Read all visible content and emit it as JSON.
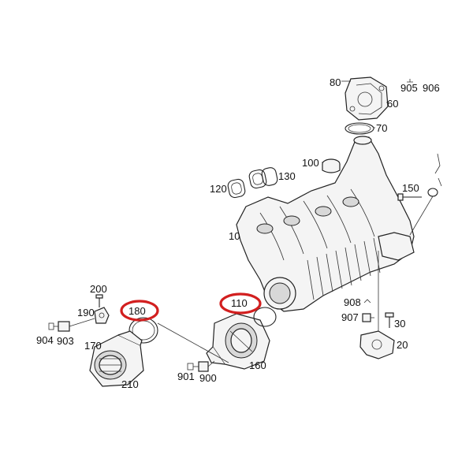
{
  "diagram": {
    "highlight_color": "#d21f1f",
    "part_labels": {
      "p80": "80",
      "p905": "905",
      "p906": "906",
      "p60": "60",
      "p70": "70",
      "p100": "100",
      "p130": "130",
      "p120": "120",
      "p150": "150",
      "p10": "10",
      "p200": "200",
      "p190": "190",
      "p180": "180",
      "p110": "110",
      "p904": "904",
      "p903": "903",
      "p170": "170",
      "p210": "210",
      "p901": "901",
      "p900": "900",
      "p160": "160",
      "p908": "908",
      "p907": "907",
      "p30": "30",
      "p20": "20"
    }
  }
}
